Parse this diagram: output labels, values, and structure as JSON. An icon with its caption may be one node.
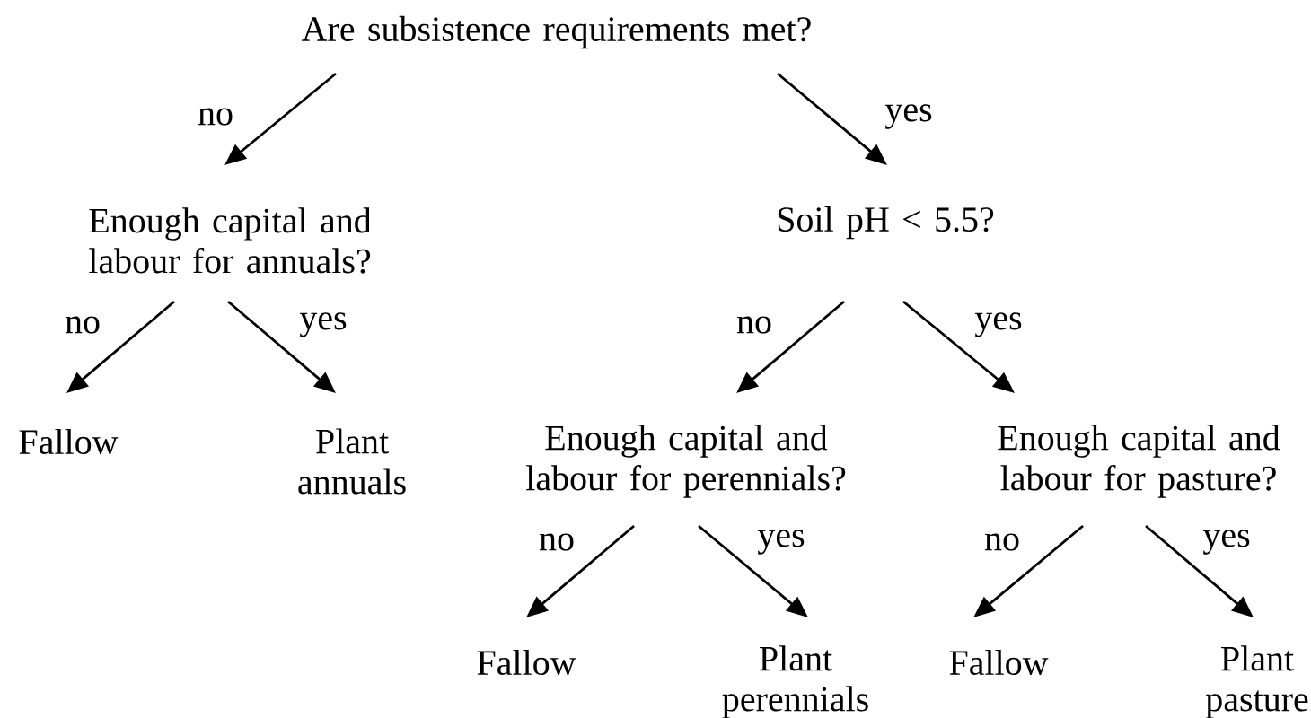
{
  "diagram": {
    "nodes": [
      {
        "text": [
          "Are subsistence requirements met?"
        ]
      },
      {
        "text": [
          "Enough capital and labour for annuals?"
        ]
      },
      {
        "text": [
          "Soil pH < 5.5?"
        ]
      },
      {
        "text": [
          "Fallow"
        ]
      },
      {
        "text": [
          "Plant annuals"
        ]
      },
      {
        "text": [
          "Enough capital and labour for perennials?"
        ]
      },
      {
        "text": [
          "Enough capital and labour for pasture?"
        ]
      },
      {
        "text": [
          "Fallow"
        ]
      },
      {
        "text": [
          "Plant perennials"
        ]
      },
      {
        "text": [
          "Fallow"
        ]
      },
      {
        "text": [
          "Plant pasture"
        ]
      }
    ],
    "edges": [
      {
        "from": 0,
        "to": 1,
        "arrow": "to",
        "label": "no"
      },
      {
        "from": 0,
        "to": 2,
        "arrow": "to",
        "label": "yes"
      },
      {
        "from": 1,
        "to": 3,
        "arrow": "to",
        "label": "no"
      },
      {
        "from": 1,
        "to": 4,
        "arrow": "to",
        "label": "yes"
      },
      {
        "from": 2,
        "to": 5,
        "arrow": "to",
        "label": "no"
      },
      {
        "from": 2,
        "to": 6,
        "arrow": "to",
        "label": "yes"
      },
      {
        "from": 5,
        "to": 7,
        "arrow": "to",
        "label": "no"
      },
      {
        "from": 5,
        "to": 8,
        "arrow": "to",
        "label": "yes"
      },
      {
        "from": 6,
        "to": 9,
        "arrow": "to",
        "label": "no"
      },
      {
        "from": 6,
        "to": 10,
        "arrow": "to",
        "label": "yes"
      }
    ]
  }
}
